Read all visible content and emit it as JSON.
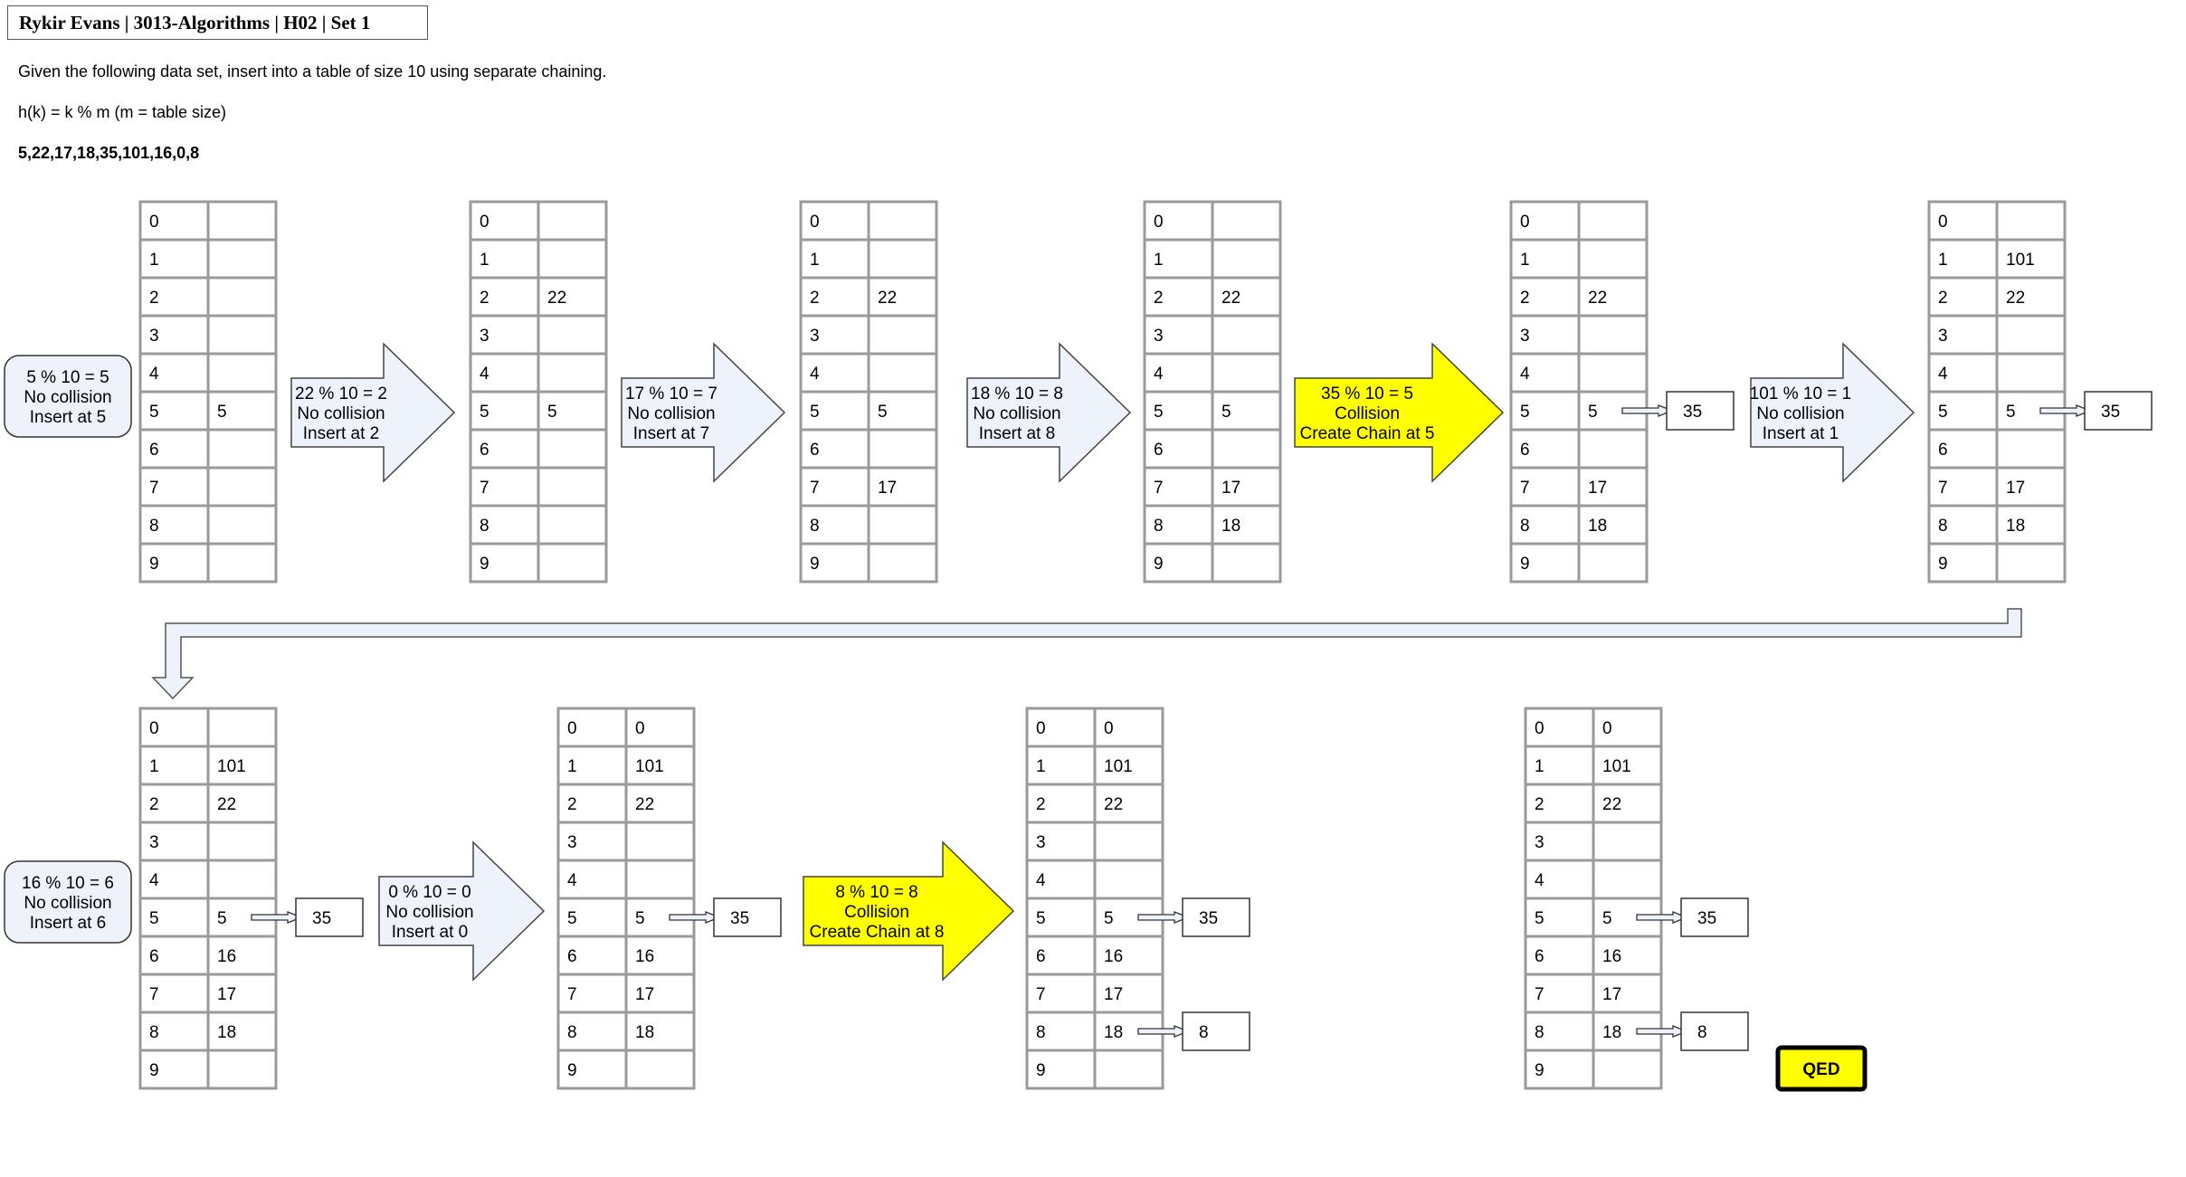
{
  "header": {
    "title": "Rykir Evans | 3013-Algorithms | H02 | Set 1",
    "instruction": "Given the following data set, insert into a table of size 10 using separate chaining.",
    "hash_function": "h(k) = k % m (m = table size)",
    "data_set": "5,22,17,18,35,101,16,0,8"
  },
  "colors": {
    "table_border": "#9a9a9a",
    "arrow_fill": "#eef3fb",
    "collision_fill": "#ffff00",
    "qed_border": "#000000",
    "qed_fill": "#ffff00"
  },
  "row_indices": [
    "0",
    "1",
    "2",
    "3",
    "4",
    "5",
    "6",
    "7",
    "8",
    "9"
  ],
  "tables": [
    {
      "values": [
        "",
        "",
        "",
        "",
        "",
        "5",
        "",
        "",
        "",
        ""
      ],
      "chains": []
    },
    {
      "values": [
        "",
        "",
        "22",
        "",
        "",
        "5",
        "",
        "",
        "",
        ""
      ],
      "chains": []
    },
    {
      "values": [
        "",
        "",
        "22",
        "",
        "",
        "5",
        "",
        "17",
        "",
        ""
      ],
      "chains": []
    },
    {
      "values": [
        "",
        "",
        "22",
        "",
        "",
        "5",
        "",
        "17",
        "18",
        ""
      ],
      "chains": []
    },
    {
      "values": [
        "",
        "",
        "22",
        "",
        "",
        "5",
        "",
        "17",
        "18",
        ""
      ],
      "chains": [
        {
          "row": 5,
          "value": "35"
        }
      ]
    },
    {
      "values": [
        "",
        "101",
        "22",
        "",
        "",
        "5",
        "",
        "17",
        "18",
        ""
      ],
      "chains": [
        {
          "row": 5,
          "value": "35"
        }
      ]
    },
    {
      "values": [
        "",
        "101",
        "22",
        "",
        "",
        "5",
        "16",
        "17",
        "18",
        ""
      ],
      "chains": [
        {
          "row": 5,
          "value": "35"
        }
      ]
    },
    {
      "values": [
        "0",
        "101",
        "22",
        "",
        "",
        "5",
        "16",
        "17",
        "18",
        ""
      ],
      "chains": [
        {
          "row": 5,
          "value": "35"
        }
      ]
    },
    {
      "values": [
        "0",
        "101",
        "22",
        "",
        "",
        "5",
        "16",
        "17",
        "18",
        ""
      ],
      "chains": [
        {
          "row": 5,
          "value": "35"
        },
        {
          "row": 8,
          "value": "8"
        }
      ]
    },
    {
      "values": [
        "0",
        "101",
        "22",
        "",
        "",
        "5",
        "16",
        "17",
        "18",
        ""
      ],
      "chains": [
        {
          "row": 5,
          "value": "35"
        },
        {
          "row": 8,
          "value": "8"
        }
      ]
    }
  ],
  "steps": [
    {
      "kind": "box",
      "lines": [
        "5 % 10 = 5",
        "No collision",
        "Insert at 5"
      ]
    },
    {
      "kind": "arrow",
      "collision": false,
      "lines": [
        "22 % 10 = 2",
        "No collision",
        "Insert at 2"
      ]
    },
    {
      "kind": "arrow",
      "collision": false,
      "lines": [
        "17 % 10 = 7",
        "No collision",
        "Insert at 7"
      ]
    },
    {
      "kind": "arrow",
      "collision": false,
      "lines": [
        "18 % 10 = 8",
        "No collision",
        "Insert at 8"
      ]
    },
    {
      "kind": "arrow",
      "collision": true,
      "lines": [
        "35 % 10 = 5",
        "Collision",
        "Create Chain at 5"
      ]
    },
    {
      "kind": "arrow",
      "collision": false,
      "lines": [
        "101 % 10 = 1",
        "No collision",
        "Insert at 1"
      ]
    },
    {
      "kind": "box",
      "lines": [
        "16 % 10 = 6",
        "No collision",
        "Insert at 6"
      ]
    },
    {
      "kind": "arrow",
      "collision": false,
      "lines": [
        "0 % 10 = 0",
        "No collision",
        "Insert at 0"
      ]
    },
    {
      "kind": "arrow",
      "collision": true,
      "lines": [
        "8 % 10 = 8",
        "Collision",
        "Create Chain at 8"
      ]
    }
  ],
  "qed_label": "QED"
}
